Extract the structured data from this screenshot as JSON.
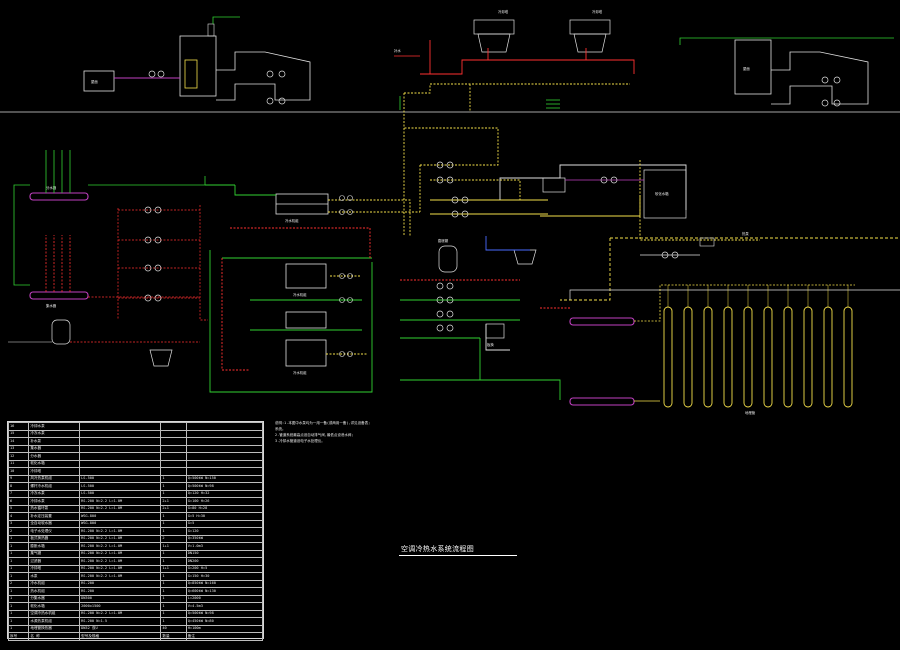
{
  "diagram": {
    "title": "空调冷热水系统流程图",
    "legend_rows": [
      [
        "16",
        "冷却水泵",
        "",
        "",
        ""
      ],
      [
        "15",
        "冷冻水泵",
        "",
        "",
        ""
      ],
      [
        "14",
        "补水泵",
        "",
        "",
        ""
      ],
      [
        "13",
        "集水器",
        "",
        "",
        ""
      ],
      [
        "12",
        "分水器",
        "",
        "",
        ""
      ],
      [
        "11",
        "软化水箱",
        "",
        "",
        ""
      ],
      [
        "10",
        "冷却塔",
        "",
        "",
        ""
      ],
      [
        "9",
        "风冷热泵机组",
        "LS-500",
        "1",
        "Q=500kW N=150"
      ],
      [
        "8",
        "螺杆冷水机组",
        "LS-500",
        "1",
        "Q=500kW N=98"
      ],
      [
        "7",
        "冷冻水泵",
        "LS-500",
        "1",
        "Q=120 H=32"
      ],
      [
        "6",
        "冷却水泵",
        "RS-200 N=2.2 L=1.0M",
        "2+1",
        "G=100 H=26"
      ],
      [
        "5",
        "热水循环泵",
        "RS-200 N=2.2 L=1.0M",
        "2+1",
        "G=80 H=28"
      ],
      [
        "4",
        "补水定压装置",
        "WSG-800",
        "1",
        "G=5 H=30"
      ],
      [
        "3",
        "全自动软水器",
        "WSG-800",
        "1",
        "G=5"
      ],
      [
        "2",
        "电子水处理仪",
        "RS-200 N=2.2 L=1.0M",
        "1",
        "G=120"
      ],
      [
        "1",
        "板式换热器",
        "RS-200 N=2.2 L=1.0M",
        "2",
        "Q=350kW"
      ],
      [
        "1",
        "膨胀水箱",
        "RS-200 N=2.2 L=1.0M",
        "1+1",
        "V=1.0m3"
      ],
      [
        "1",
        "集气罐",
        "RS-200 N=2.2 L=1.0M",
        "1",
        "DN150"
      ],
      [
        "1",
        "过滤器",
        "RS-200 N=2.2 L=1.0M",
        "1",
        "DN200"
      ],
      [
        "1",
        "冷却塔",
        "RS-200 N=2.2 L=1.0M",
        "1+1",
        "G=200 H=5"
      ],
      [
        "1",
        "水泵",
        "RS-200 N=2.2 L=1.0M",
        "1",
        "G=150 H=30"
      ],
      [
        "2",
        "冷水机组",
        "RS-200",
        "1",
        "Q=850kW N=160"
      ],
      [
        "1",
        "热水机组",
        "RS-200",
        "1",
        "Q=600kW N=130"
      ],
      [
        "1",
        "分集水器",
        "DN300",
        "1",
        "L=2000"
      ],
      [
        "1",
        "软化水箱",
        "2000x1500",
        "1",
        "V=4.5m3"
      ],
      [
        "1",
        "空调冷热水机组",
        "RS-200 N=2.2 L=1.0M",
        "1",
        "Q=500kW N=98"
      ],
      [
        "1",
        "水源热泵机组",
        "RS-200 N=1.5",
        "1",
        "Q=450kW N=80"
      ],
      [
        "1",
        "地埋管换热器",
        "DN32 双U",
        "40",
        "H=100m"
      ],
      [
        "序号",
        "名 称",
        "型号及规格",
        "数量",
        "备注"
      ]
    ],
    "notes": [
      "说明:1.本图中水泵均为一用一备(或两用一备),详见设备表;",
      "系统。",
      "2.管道系统最高点设自动排气阀,最低点设泄水阀;",
      "3.冷却水管道设电子水处理仪。"
    ],
    "labels": {
      "cooling_tower": "冷却塔",
      "chiller_1": "冷水机组",
      "chiller_2": "冷水机组",
      "chiller_3": "冷水机组",
      "water_tank": "软化水箱",
      "hx": "板换",
      "heat_pump": "热泵",
      "collector": "集水器",
      "distributor": "分水器",
      "ground_loop": "地埋管",
      "roof_left": "屋面",
      "roof_right": "屋面",
      "expansion_tank": "膨胀罐",
      "makeup": "补水"
    },
    "colors": {
      "background": "#000000",
      "supply": "#ff3030",
      "return": "#32d232",
      "cooling_supply": "#f5e04a",
      "chilled_misc": "#ffffff",
      "condensate": "#c040c0",
      "makeup_water": "#4a6cff",
      "equipment": "#e0e0e0"
    }
  }
}
